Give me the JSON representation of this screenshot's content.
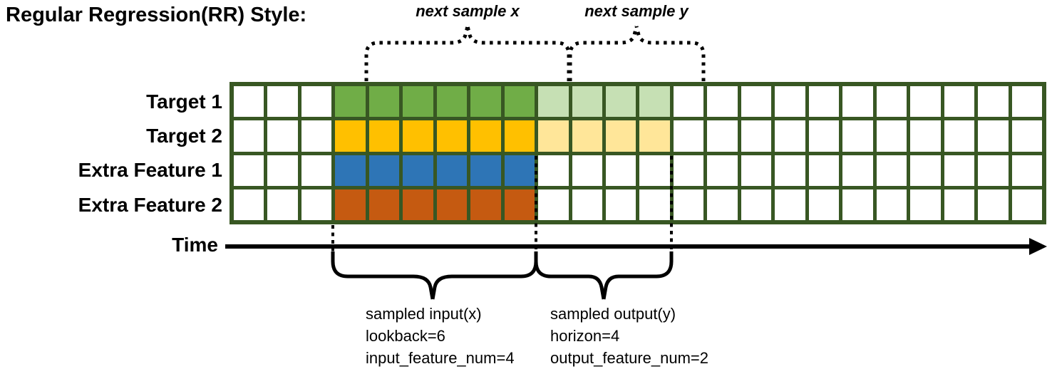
{
  "title": "Regular Regression(RR) Style:",
  "top_annotations": {
    "next_sample_x": "next sample x",
    "next_sample_y": "next sample y"
  },
  "time_axis": {
    "label": "Time"
  },
  "colors": {
    "background": "#ffffff",
    "grid_border": "#385723",
    "empty": "#ffffff",
    "input_green": "#70ad47",
    "output_green": "#c6e0b4",
    "input_gold": "#ffc000",
    "output_gold": "#ffe699",
    "input_blue": "#2e75b6",
    "input_orange": "#c55a11",
    "annotation_line": "#000000"
  },
  "grid": {
    "columns": 24,
    "rows": [
      {
        "label": "Target 1",
        "segments": [
          {
            "count": 3,
            "fill": "empty"
          },
          {
            "count": 6,
            "fill": "input_green"
          },
          {
            "count": 4,
            "fill": "output_green"
          },
          {
            "count": 11,
            "fill": "empty"
          }
        ]
      },
      {
        "label": "Target 2",
        "segments": [
          {
            "count": 3,
            "fill": "empty"
          },
          {
            "count": 6,
            "fill": "input_gold"
          },
          {
            "count": 4,
            "fill": "output_gold"
          },
          {
            "count": 11,
            "fill": "empty"
          }
        ]
      },
      {
        "label": "Extra Feature 1",
        "segments": [
          {
            "count": 3,
            "fill": "empty"
          },
          {
            "count": 6,
            "fill": "input_blue"
          },
          {
            "count": 15,
            "fill": "empty"
          }
        ]
      },
      {
        "label": "Extra Feature 2",
        "segments": [
          {
            "count": 3,
            "fill": "empty"
          },
          {
            "count": 6,
            "fill": "input_orange"
          },
          {
            "count": 15,
            "fill": "empty"
          }
        ]
      }
    ]
  },
  "bottom_annotations": {
    "input_block": {
      "line1": "sampled input(x)",
      "line2": "lookback=6",
      "line3": "input_feature_num=4"
    },
    "output_block": {
      "line1": "sampled output(y)",
      "line2": "horizon=4",
      "line3": "output_feature_num=2"
    }
  }
}
